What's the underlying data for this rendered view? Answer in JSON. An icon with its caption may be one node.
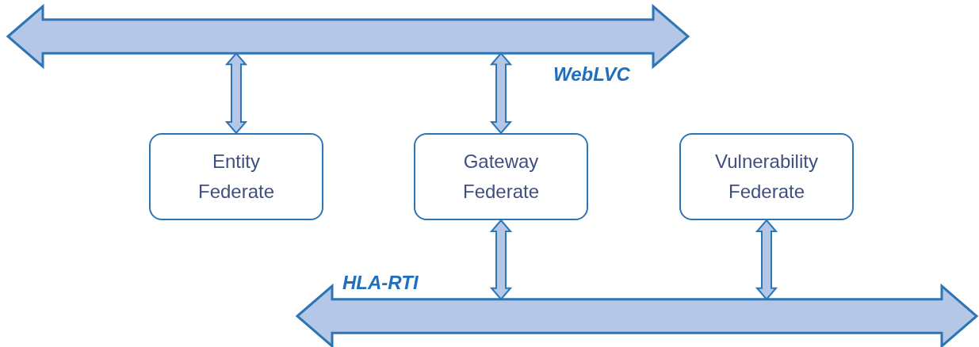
{
  "diagram": {
    "nodes": [
      {
        "text": [
          "WebLVC"
        ]
      },
      {
        "text": [
          "Entity Federate"
        ]
      },
      {
        "text": [
          "Gateway Federate"
        ]
      },
      {
        "text": [
          "Vulnerability Federate"
        ]
      },
      {
        "text": [
          "HLA-RTI"
        ]
      }
    ],
    "edges": [
      {
        "from": 1,
        "to": 0,
        "arrow": "both"
      },
      {
        "from": 2,
        "to": 0,
        "arrow": "both"
      },
      {
        "from": 2,
        "to": 4,
        "arrow": "both"
      },
      {
        "from": 3,
        "to": 4,
        "arrow": "both"
      }
    ]
  }
}
